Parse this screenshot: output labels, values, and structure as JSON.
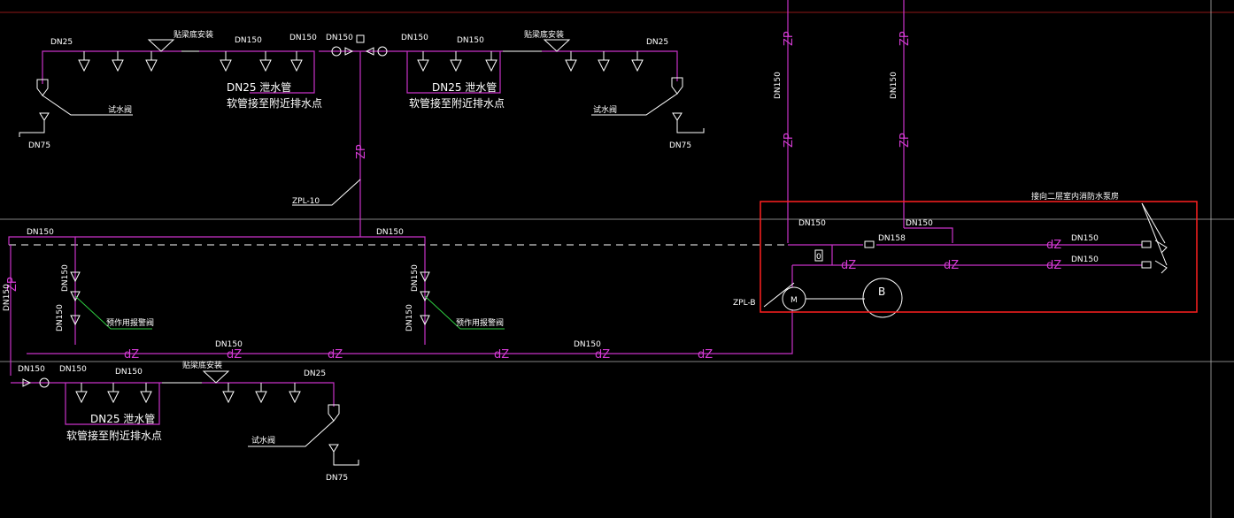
{
  "labels": {
    "dn25": "DN25",
    "dn75": "DN75",
    "dn150": "DN150",
    "dn158": "DN158",
    "zp": "ZP",
    "dz": "dZ",
    "zpl10": "ZPL-10",
    "zplb": "ZPL-B",
    "drain_pipe": "DN25   泄水管",
    "hose_note": "软管接至附近排水点",
    "test_valve": "试水阀",
    "ceiling_install": "贴梁底安装",
    "alarm_valve": "预作用报警阀",
    "connect_note": "接向二层室内消防水泵房",
    "meter_m": "M",
    "pump_b": "B",
    "zero": "0"
  },
  "colors": {
    "background": "#000000",
    "pipe": "#c832c8",
    "line": "#ffffff",
    "leader": "#2ecc40",
    "highlight": "#ff2020",
    "grid": "#b0b0b0"
  }
}
